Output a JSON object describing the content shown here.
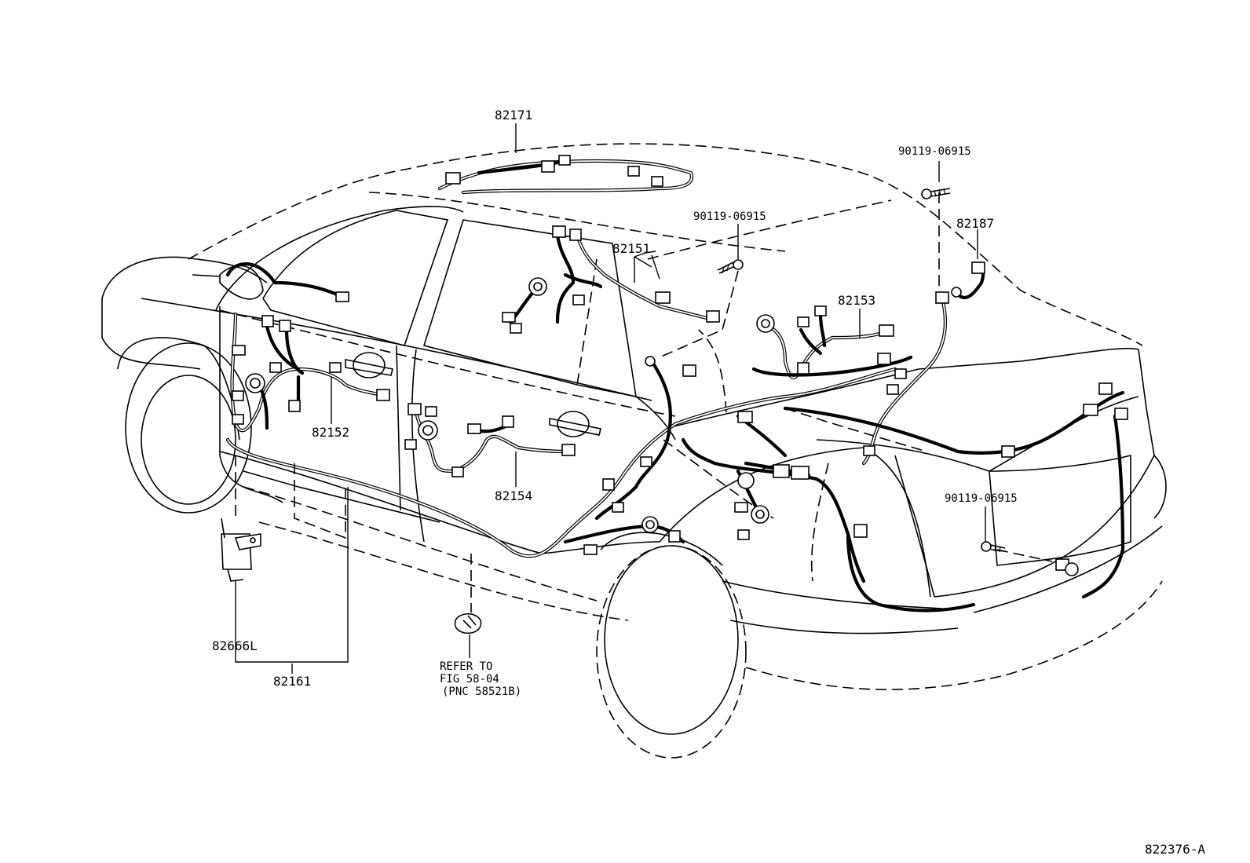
{
  "diagram": {
    "title": "Wiring & clamp parts diagram",
    "figure_id": "822376-A",
    "colors": {
      "line": "#000000",
      "background": "#ffffff"
    },
    "part_labels": {
      "p82171": "82171",
      "p82151": "82151",
      "p82152": "82152",
      "p82153": "82153",
      "p82154": "82154",
      "p82161": "82161",
      "p82187": "82187",
      "p82666L": "82666L",
      "bolt_top": "90119-06915",
      "bolt_mid": "90119-06915",
      "bolt_rear": "90119-06915"
    },
    "reference_note": {
      "line1": "REFER TO",
      "line2": "FIG 58-04",
      "line3": "(PNC 58521B)"
    }
  }
}
